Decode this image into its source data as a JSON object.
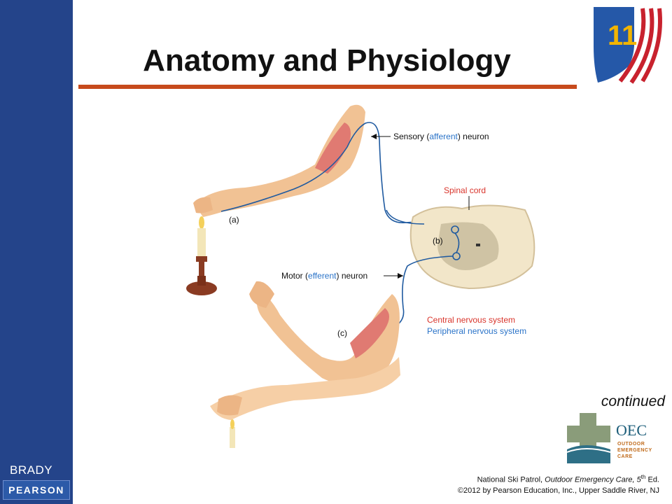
{
  "header": {
    "title": "Anatomy and Physiology"
  },
  "branding": {
    "badge_number": "11",
    "publisher_top": "BRADY",
    "publisher_bottom": "PEARSON",
    "oec_abbrev": "OEC",
    "oec_line1": "OUTDOOR",
    "oec_line2": "EMERGENCY",
    "oec_line3": "CARE"
  },
  "figure": {
    "sensory_prefix": "Sensory (",
    "sensory_term": "afferent",
    "sensory_suffix": ") neuron",
    "spinal_cord": "Spinal cord",
    "motor_prefix": "Motor (",
    "motor_term": "efferent",
    "motor_suffix": ") neuron",
    "label_a": "(a)",
    "label_b": "(b)",
    "label_c": "(c)",
    "legend_cns": "Central nervous system",
    "legend_pns": "Peripheral nervous system"
  },
  "footer": {
    "continued": "continued",
    "credit_line1_a": "National Ski Patrol, ",
    "credit_line1_b": "Outdoor Emergency Care, 5",
    "credit_line1_sup": "th",
    "credit_line1_c": " Ed.",
    "credit_line2": "©2012 by Pearson Education, Inc., Upper Saddle River, NJ"
  },
  "colors": {
    "sidebar": "#24448a",
    "accent_rule": "#c74a1c",
    "cns_red": "#d9342b",
    "pns_blue": "#2a73c8"
  }
}
